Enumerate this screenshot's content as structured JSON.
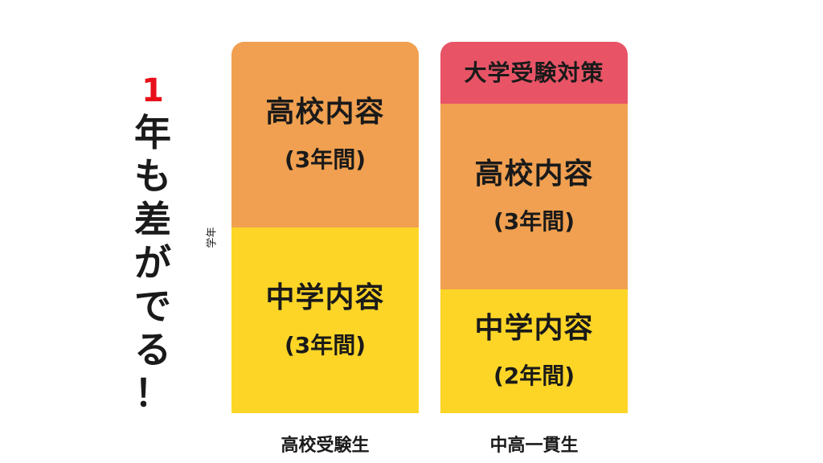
{
  "headline": {
    "number": "1",
    "chars": [
      "年",
      "も",
      "差",
      "が",
      "で",
      "る",
      "！"
    ]
  },
  "axis_label": "学年",
  "columns": [
    {
      "label": "高校受験生",
      "segments": [
        {
          "title": "高校内容",
          "sub": "(3年間)",
          "color": "#f0a050",
          "years": 3
        },
        {
          "title": "中学内容",
          "sub": "(3年間)",
          "color": "#fdd527",
          "years": 3
        }
      ]
    },
    {
      "label": "中高一貫生",
      "segments": [
        {
          "title": "大学受験対策",
          "sub": "",
          "color": "#e85466",
          "years": 1
        },
        {
          "title": "高校内容",
          "sub": "(3年間)",
          "color": "#f0a050",
          "years": 3
        },
        {
          "title": "中学内容",
          "sub": "(2年間)",
          "color": "#fdd527",
          "years": 2
        }
      ]
    }
  ],
  "colors": {
    "accent": "#e8101a",
    "high_school": "#f0a050",
    "middle_school": "#fdd527",
    "university_prep": "#e85466"
  }
}
